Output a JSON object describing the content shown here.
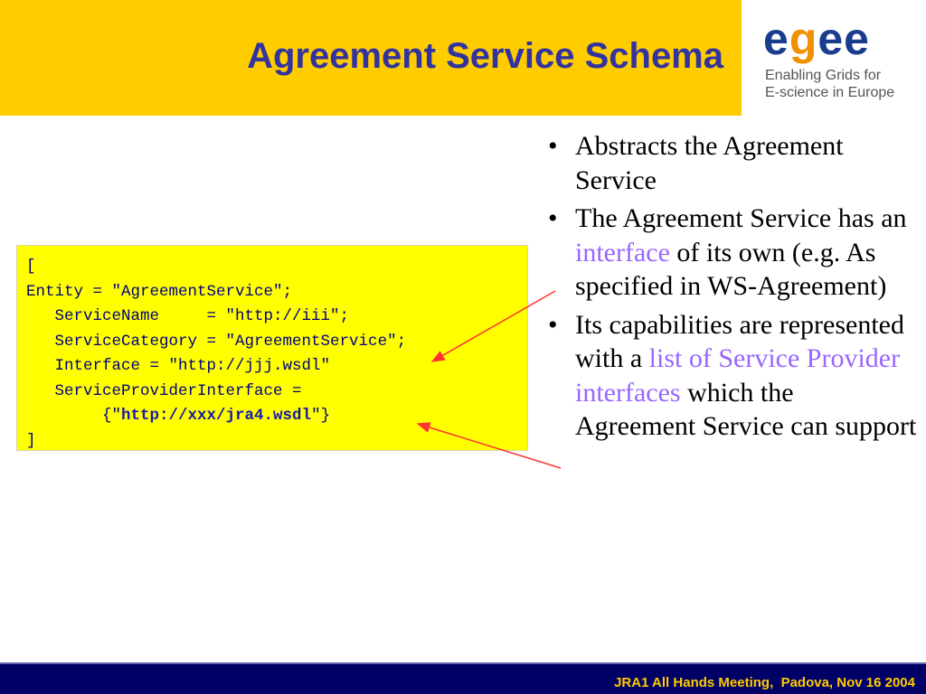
{
  "header": {
    "title": "Agreement Service Schema"
  },
  "logo": {
    "e1": "e",
    "g": "g",
    "e2": "e",
    "e3": "e",
    "tagline_line1": "Enabling Grids for",
    "tagline_line2": "E-science in Europe"
  },
  "code": {
    "line1": "[",
    "line2": "Entity = \"AgreementService\";",
    "line3": "   ServiceName     = \"http://iii\";",
    "line4": "   ServiceCategory = \"AgreementService\";",
    "line5": "   Interface = \"http://jjj.wsdl\"",
    "line6": "   ServiceProviderInterface =",
    "line7_prefix": "        {\"",
    "line7_url": "http://xxx/jra4.wsdl",
    "line7_suffix": "\"}",
    "line8": "]"
  },
  "bullets": {
    "b1": "Abstracts the Agreement Service",
    "b2_part1": "The Agreement Service has an ",
    "b2_highlight": "interface",
    "b2_part2": " of its own (e.g. As specified in WS-Agreement)",
    "b3_part1": "Its capabilities are represented with a ",
    "b3_highlight": "list of Service Provider interfaces",
    "b3_part2": " which the Agreement Service can support"
  },
  "footer": {
    "text": "JRA1 All Hands Meeting,  Padova, Nov 16 2004"
  },
  "colors": {
    "header_bg": "#ffcc00",
    "title": "#3333a0",
    "code_bg": "#ffff00",
    "highlight": "#9966ff",
    "arrow": "#ff3333",
    "footer_bg": "#000066",
    "footer_text": "#ffcc00"
  }
}
